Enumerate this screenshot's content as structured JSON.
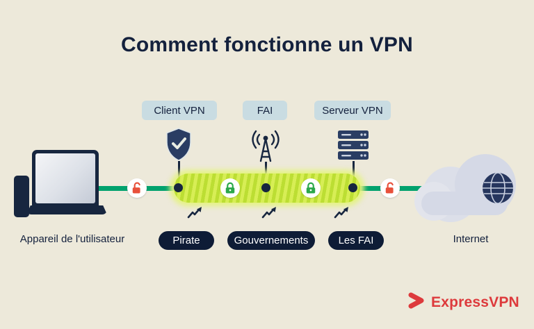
{
  "title": "Comment fonctionne un VPN",
  "top_labels": {
    "client_vpn": "Client VPN",
    "fai": "FAI",
    "serveur_vpn": "Serveur VPN"
  },
  "threat_labels": {
    "pirate": "Pirate",
    "gouvernements": "Gouvernements",
    "les_fai": "Les FAI"
  },
  "bottom_labels": {
    "device": "Appareil de l'utilisateur",
    "internet": "Internet"
  },
  "brand": {
    "name": "ExpressVPN"
  },
  "icons": {
    "shield": "shield-check-icon",
    "antenna": "broadcast-antenna-icon",
    "server": "server-stack-icon",
    "lock_open": "open-padlock-icon",
    "lock_closed": "closed-padlock-icon",
    "globe": "globe-icon",
    "arrow": "zigzag-arrow-icon",
    "logo": "expressvpn-logomark"
  },
  "colors": {
    "background": "#EDE9DA",
    "navy": "#14213D",
    "line_green": "#00A26D",
    "tunnel_yellow_green": "#CBE54A",
    "lock_red": "#E8503A",
    "lock_green": "#2BA84A",
    "pill_light": "#C9DCE2",
    "pill_dark": "#0E1C36",
    "cloud_gray": "#D5D9E6",
    "brand_red": "#DD3A3C"
  }
}
